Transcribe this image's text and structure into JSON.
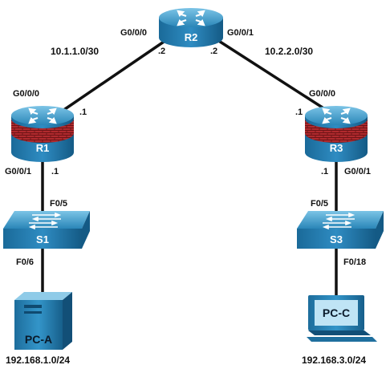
{
  "networks": {
    "r1_r2": "10.1.1.0/30",
    "r2_r3": "10.2.2.0/30",
    "lan_a": "192.168.1.0/24",
    "lan_c": "192.168.3.0/24"
  },
  "devices": {
    "r1": "R1",
    "r2": "R2",
    "r3": "R3",
    "s1": "S1",
    "s3": "S3",
    "pca": "PC-A",
    "pcc": "PC-C"
  },
  "interfaces": {
    "r2_left": "G0/0/0",
    "r2_right": "G0/0/1",
    "r2_left_ip": ".2",
    "r2_right_ip": ".2",
    "r1_top": "G0/0/0",
    "r1_top_ip": ".1",
    "r1_bottom": "G0/0/1",
    "r1_bottom_ip": ".1",
    "r3_top": "G0/0/0",
    "r3_top_ip": ".1",
    "r3_bottom": "G0/0/1",
    "r3_bottom_ip": ".1",
    "s1_up": "F0/5",
    "s1_down": "F0/6",
    "s3_up": "F0/5",
    "s3_down": "F0/18"
  },
  "colors": {
    "link": "#111111",
    "device_blue": "#1f6f9e",
    "firewall_red": "#a3262a"
  }
}
